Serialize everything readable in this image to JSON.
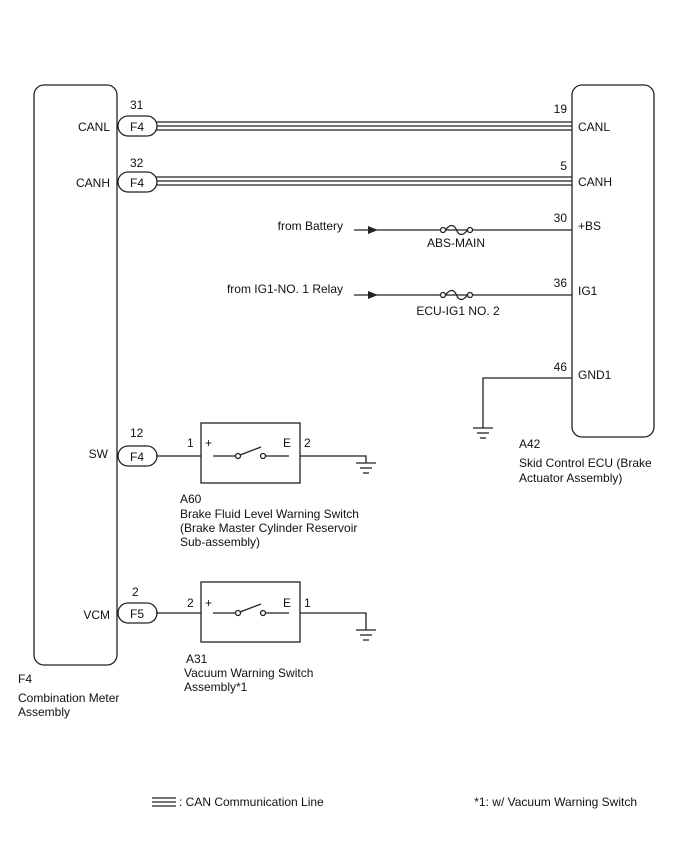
{
  "components": {
    "combination_meter": {
      "code": "F4",
      "name_line1": "Combination Meter",
      "name_line2": "Assembly"
    },
    "skid_ecu": {
      "code": "A42",
      "name_line1": "Skid Control ECU (Brake",
      "name_line2": "Actuator Assembly)"
    },
    "brake_fluid_switch": {
      "code": "A60",
      "name_line1": "Brake Fluid Level Warning Switch",
      "name_line2": "(Brake Master Cylinder Reservoir",
      "name_line3": "Sub-assembly)",
      "pin_in": "1",
      "pin_out": "2",
      "plus": "+",
      "e": "E"
    },
    "vacuum_switch": {
      "code": "A31",
      "name_line1": "Vacuum Warning Switch",
      "name_line2": "Assembly*1",
      "pin_in": "2",
      "pin_out": "1",
      "plus": "+",
      "e": "E"
    }
  },
  "meter_pins": [
    {
      "label": "CANL",
      "connector": "F4",
      "pin": "31"
    },
    {
      "label": "CANH",
      "connector": "F4",
      "pin": "32"
    },
    {
      "label": "SW",
      "connector": "F4",
      "pin": "12"
    },
    {
      "label": "VCM",
      "connector": "F5",
      "pin": "2"
    }
  ],
  "ecu_pins": [
    {
      "label": "CANL",
      "pin": "19"
    },
    {
      "label": "CANH",
      "pin": "5"
    },
    {
      "label": "+BS",
      "pin": "30"
    },
    {
      "label": "IG1",
      "pin": "36"
    },
    {
      "label": "GND1",
      "pin": "46"
    }
  ],
  "sources": {
    "battery": "from Battery",
    "ig1_relay": "from IG1-NO. 1 Relay"
  },
  "fuses": {
    "abs_main": "ABS-MAIN",
    "ecu_ig1": "ECU-IG1 NO. 2"
  },
  "legend": {
    "can_line": ": CAN Communication Line",
    "footnote": "*1: w/ Vacuum Warning Switch"
  }
}
